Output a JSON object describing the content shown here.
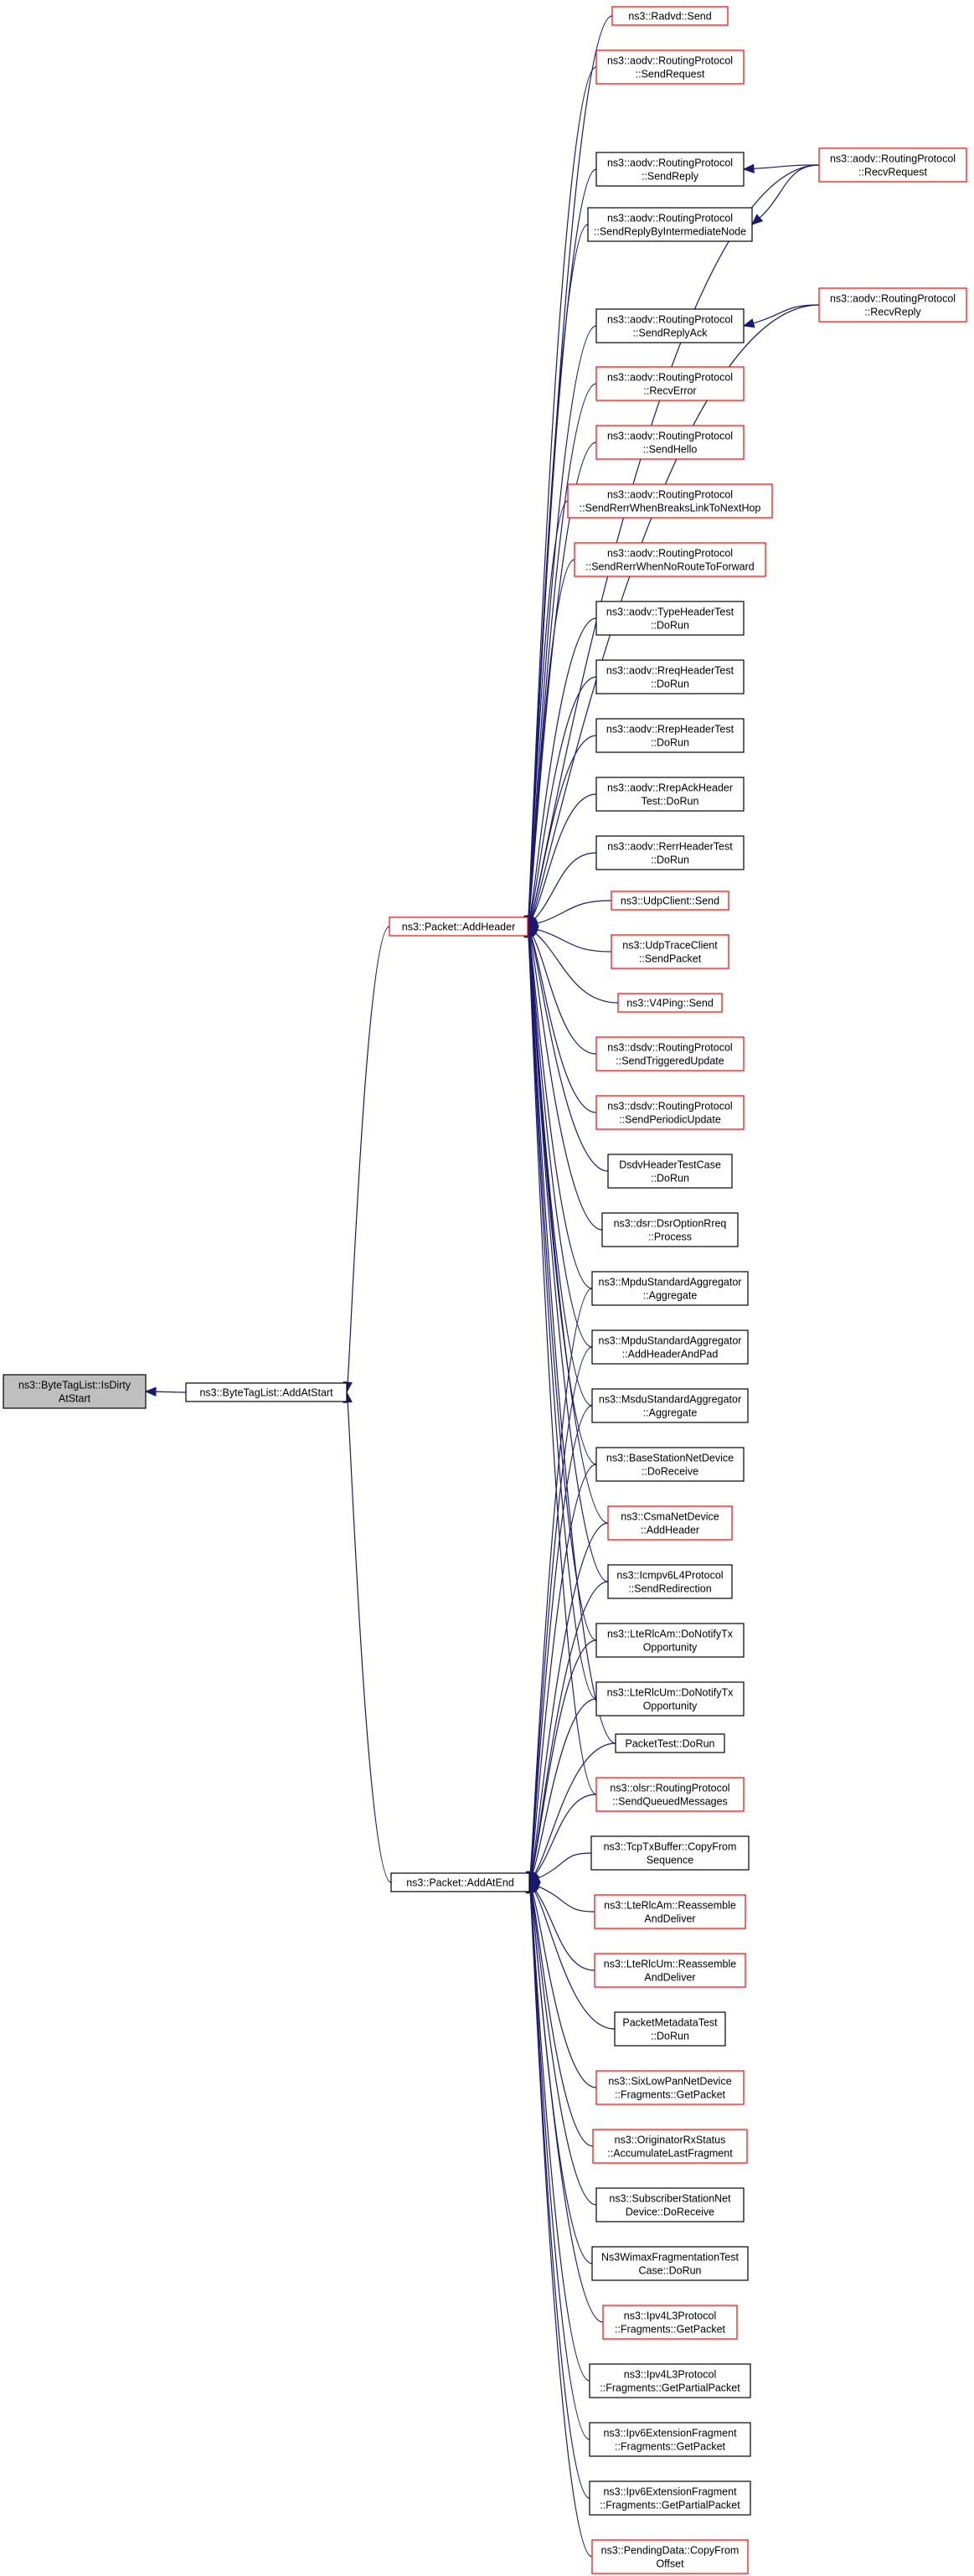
{
  "colors": {
    "edge": "#191970",
    "border_default": "#000000",
    "border_truncated": "#ff0000",
    "fill_focus": "#bfbfbf",
    "fill_default": "#ffffff"
  },
  "nodes": {
    "root": {
      "lines": [
        "ns3::ByteTagList::IsDirty",
        "AtStart"
      ],
      "style": "focus"
    },
    "addAtStart": {
      "lines": [
        "ns3::ByteTagList::AddAtStart"
      ],
      "style": "black"
    },
    "addHeader": {
      "lines": [
        "ns3::Packet::AddHeader"
      ],
      "style": "red"
    },
    "addAtEnd": {
      "lines": [
        "ns3::Packet::AddAtEnd"
      ],
      "style": "black"
    },
    "radvdSend": {
      "lines": [
        "ns3::Radvd::Send"
      ],
      "style": "red"
    },
    "aodvSendRequest": {
      "lines": [
        "ns3::aodv::RoutingProtocol",
        "::SendRequest"
      ],
      "style": "red"
    },
    "aodvSendReply": {
      "lines": [
        "ns3::aodv::RoutingProtocol",
        "::SendReply"
      ],
      "style": "black"
    },
    "aodvSendReplyByIntermediateNode": {
      "lines": [
        "ns3::aodv::RoutingProtocol",
        "::SendReplyByIntermediateNode"
      ],
      "style": "black"
    },
    "aodvRecvRequest": {
      "lines": [
        "ns3::aodv::RoutingProtocol",
        "::RecvRequest"
      ],
      "style": "red"
    },
    "aodvSendReplyAck": {
      "lines": [
        "ns3::aodv::RoutingProtocol",
        "::SendReplyAck"
      ],
      "style": "black"
    },
    "aodvRecvReply": {
      "lines": [
        "ns3::aodv::RoutingProtocol",
        "::RecvReply"
      ],
      "style": "red"
    },
    "aodvRecvError": {
      "lines": [
        "ns3::aodv::RoutingProtocol",
        "::RecvError"
      ],
      "style": "red"
    },
    "aodvSendHello": {
      "lines": [
        "ns3::aodv::RoutingProtocol",
        "::SendHello"
      ],
      "style": "red"
    },
    "aodvSendRerrBreaks": {
      "lines": [
        "ns3::aodv::RoutingProtocol",
        "::SendRerrWhenBreaksLinkToNextHop"
      ],
      "style": "red"
    },
    "aodvSendRerrNoRoute": {
      "lines": [
        "ns3::aodv::RoutingProtocol",
        "::SendRerrWhenNoRouteToForward"
      ],
      "style": "red"
    },
    "typeHeaderTest": {
      "lines": [
        "ns3::aodv::TypeHeaderTest",
        "::DoRun"
      ],
      "style": "black"
    },
    "rreqHeaderTest": {
      "lines": [
        "ns3::aodv::RreqHeaderTest",
        "::DoRun"
      ],
      "style": "black"
    },
    "rrepHeaderTest": {
      "lines": [
        "ns3::aodv::RrepHeaderTest",
        "::DoRun"
      ],
      "style": "black"
    },
    "rrepAckHeaderTest": {
      "lines": [
        "ns3::aodv::RrepAckHeader",
        "Test::DoRun"
      ],
      "style": "black"
    },
    "rerrHeaderTest": {
      "lines": [
        "ns3::aodv::RerrHeaderTest",
        "::DoRun"
      ],
      "style": "black"
    },
    "udpClientSend": {
      "lines": [
        "ns3::UdpClient::Send"
      ],
      "style": "red"
    },
    "udpTraceClient": {
      "lines": [
        "ns3::UdpTraceClient",
        "::SendPacket"
      ],
      "style": "red"
    },
    "v4PingSend": {
      "lines": [
        "ns3::V4Ping::Send"
      ],
      "style": "red"
    },
    "dsdvTriggered": {
      "lines": [
        "ns3::dsdv::RoutingProtocol",
        "::SendTriggeredUpdate"
      ],
      "style": "red"
    },
    "dsdvPeriodic": {
      "lines": [
        "ns3::dsdv::RoutingProtocol",
        "::SendPeriodicUpdate"
      ],
      "style": "red"
    },
    "dsdvHeaderTestCase": {
      "lines": [
        "DsdvHeaderTestCase",
        "::DoRun"
      ],
      "style": "black"
    },
    "dsrOptionRreq": {
      "lines": [
        "ns3::dsr::DsrOptionRreq",
        "::Process"
      ],
      "style": "black"
    },
    "mpduAggregate": {
      "lines": [
        "ns3::MpduStandardAggregator",
        "::Aggregate"
      ],
      "style": "black"
    },
    "mpduAddHeaderAndPad": {
      "lines": [
        "ns3::MpduStandardAggregator",
        "::AddHeaderAndPad"
      ],
      "style": "black"
    },
    "msduAggregate": {
      "lines": [
        "ns3::MsduStandardAggregator",
        "::Aggregate"
      ],
      "style": "black"
    },
    "baseStationDoReceive": {
      "lines": [
        "ns3::BaseStationNetDevice",
        "::DoReceive"
      ],
      "style": "black"
    },
    "csmaAddHeader": {
      "lines": [
        "ns3::CsmaNetDevice",
        "::AddHeader"
      ],
      "style": "red"
    },
    "icmpv6Redirection": {
      "lines": [
        "ns3::Icmpv6L4Protocol",
        "::SendRedirection"
      ],
      "style": "black"
    },
    "lteRlcAmNotify": {
      "lines": [
        "ns3::LteRlcAm::DoNotifyTx",
        "Opportunity"
      ],
      "style": "black"
    },
    "lteRlcUmNotify": {
      "lines": [
        "ns3::LteRlcUm::DoNotifyTx",
        "Opportunity"
      ],
      "style": "black"
    },
    "packetTestDoRun": {
      "lines": [
        "PacketTest::DoRun"
      ],
      "style": "black"
    },
    "olsrQueued": {
      "lines": [
        "ns3::olsr::RoutingProtocol",
        "::SendQueuedMessages"
      ],
      "style": "red"
    },
    "tcpTxBufferCopy": {
      "lines": [
        "ns3::TcpTxBuffer::CopyFrom",
        "Sequence"
      ],
      "style": "black"
    },
    "lteRlcAmReassemble": {
      "lines": [
        "ns3::LteRlcAm::Reassemble",
        "AndDeliver"
      ],
      "style": "red"
    },
    "lteRlcUmReassemble": {
      "lines": [
        "ns3::LteRlcUm::Reassemble",
        "AndDeliver"
      ],
      "style": "red"
    },
    "packetMetadataTest": {
      "lines": [
        "PacketMetadataTest",
        "::DoRun"
      ],
      "style": "black"
    },
    "sixLowPanFragments": {
      "lines": [
        "ns3::SixLowPanNetDevice",
        "::Fragments::GetPacket"
      ],
      "style": "red"
    },
    "originatorRxStatus": {
      "lines": [
        "ns3::OriginatorRxStatus",
        "::AccumulateLastFragment"
      ],
      "style": "red"
    },
    "subscriberStation": {
      "lines": [
        "ns3::SubscriberStationNet",
        "Device::DoReceive"
      ],
      "style": "black"
    },
    "wimaxFragmentationTest": {
      "lines": [
        "Ns3WimaxFragmentationTest",
        "Case::DoRun"
      ],
      "style": "black"
    },
    "ipv4FragGetPacket": {
      "lines": [
        "ns3::Ipv4L3Protocol",
        "::Fragments::GetPacket"
      ],
      "style": "red"
    },
    "ipv4FragGetPartial": {
      "lines": [
        "ns3::Ipv4L3Protocol",
        "::Fragments::GetPartialPacket"
      ],
      "style": "black"
    },
    "ipv6ExtFragGetPacket": {
      "lines": [
        "ns3::Ipv6ExtensionFragment",
        "::Fragments::GetPacket"
      ],
      "style": "black"
    },
    "ipv6ExtFragGetPartial": {
      "lines": [
        "ns3::Ipv6ExtensionFragment",
        "::Fragments::GetPartialPacket"
      ],
      "style": "black"
    },
    "pendingDataCopy": {
      "lines": [
        "ns3::PendingData::CopyFrom",
        "Offset"
      ],
      "style": "red"
    }
  },
  "edges": [
    [
      "addAtStart",
      "root"
    ],
    [
      "addHeader",
      "addAtStart"
    ],
    [
      "addAtEnd",
      "addAtStart"
    ],
    [
      "radvdSend",
      "addHeader"
    ],
    [
      "aodvSendRequest",
      "addHeader"
    ],
    [
      "aodvRecvRequest",
      "addHeader"
    ],
    [
      "aodvSendReply",
      "addHeader"
    ],
    [
      "aodvSendReplyByIntermediateNode",
      "addHeader"
    ],
    [
      "aodvRecvReply",
      "addHeader"
    ],
    [
      "aodvSendReplyAck",
      "addHeader"
    ],
    [
      "aodvRecvError",
      "addHeader"
    ],
    [
      "aodvSendHello",
      "addHeader"
    ],
    [
      "aodvSendRerrBreaks",
      "addHeader"
    ],
    [
      "aodvSendRerrNoRoute",
      "addHeader"
    ],
    [
      "typeHeaderTest",
      "addHeader"
    ],
    [
      "rreqHeaderTest",
      "addHeader"
    ],
    [
      "rrepHeaderTest",
      "addHeader"
    ],
    [
      "rrepAckHeaderTest",
      "addHeader"
    ],
    [
      "rerrHeaderTest",
      "addHeader"
    ],
    [
      "udpClientSend",
      "addHeader"
    ],
    [
      "udpTraceClient",
      "addHeader"
    ],
    [
      "v4PingSend",
      "addHeader"
    ],
    [
      "dsdvTriggered",
      "addHeader"
    ],
    [
      "dsdvPeriodic",
      "addHeader"
    ],
    [
      "dsdvHeaderTestCase",
      "addHeader"
    ],
    [
      "dsrOptionRreq",
      "addHeader"
    ],
    [
      "mpduAggregate",
      "addHeader"
    ],
    [
      "mpduAddHeaderAndPad",
      "addHeader"
    ],
    [
      "msduAggregate",
      "addHeader"
    ],
    [
      "baseStationDoReceive",
      "addHeader"
    ],
    [
      "csmaAddHeader",
      "addHeader"
    ],
    [
      "icmpv6Redirection",
      "addHeader"
    ],
    [
      "lteRlcAmNotify",
      "addHeader"
    ],
    [
      "lteRlcUmNotify",
      "addHeader"
    ],
    [
      "packetTestDoRun",
      "addHeader"
    ],
    [
      "olsrQueued",
      "addHeader"
    ],
    [
      "aodvRecvRequest",
      "aodvSendReply"
    ],
    [
      "aodvRecvRequest",
      "aodvSendReplyByIntermediateNode"
    ],
    [
      "aodvRecvReply",
      "aodvSendReplyAck"
    ],
    [
      "mpduAggregate",
      "addAtEnd"
    ],
    [
      "mpduAddHeaderAndPad",
      "addAtEnd"
    ],
    [
      "msduAggregate",
      "addAtEnd"
    ],
    [
      "baseStationDoReceive",
      "addAtEnd"
    ],
    [
      "csmaAddHeader",
      "addAtEnd"
    ],
    [
      "icmpv6Redirection",
      "addAtEnd"
    ],
    [
      "lteRlcAmNotify",
      "addAtEnd"
    ],
    [
      "lteRlcUmNotify",
      "addAtEnd"
    ],
    [
      "packetTestDoRun",
      "addAtEnd"
    ],
    [
      "olsrQueued",
      "addAtEnd"
    ],
    [
      "tcpTxBufferCopy",
      "addAtEnd"
    ],
    [
      "lteRlcAmReassemble",
      "addAtEnd"
    ],
    [
      "lteRlcUmReassemble",
      "addAtEnd"
    ],
    [
      "packetMetadataTest",
      "addAtEnd"
    ],
    [
      "sixLowPanFragments",
      "addAtEnd"
    ],
    [
      "originatorRxStatus",
      "addAtEnd"
    ],
    [
      "subscriberStation",
      "addAtEnd"
    ],
    [
      "wimaxFragmentationTest",
      "addAtEnd"
    ],
    [
      "ipv4FragGetPacket",
      "addAtEnd"
    ],
    [
      "ipv4FragGetPartial",
      "addAtEnd"
    ],
    [
      "ipv6ExtFragGetPacket",
      "addAtEnd"
    ],
    [
      "ipv6ExtFragGetPartial",
      "addAtEnd"
    ],
    [
      "pendingDataCopy",
      "addAtEnd"
    ]
  ]
}
